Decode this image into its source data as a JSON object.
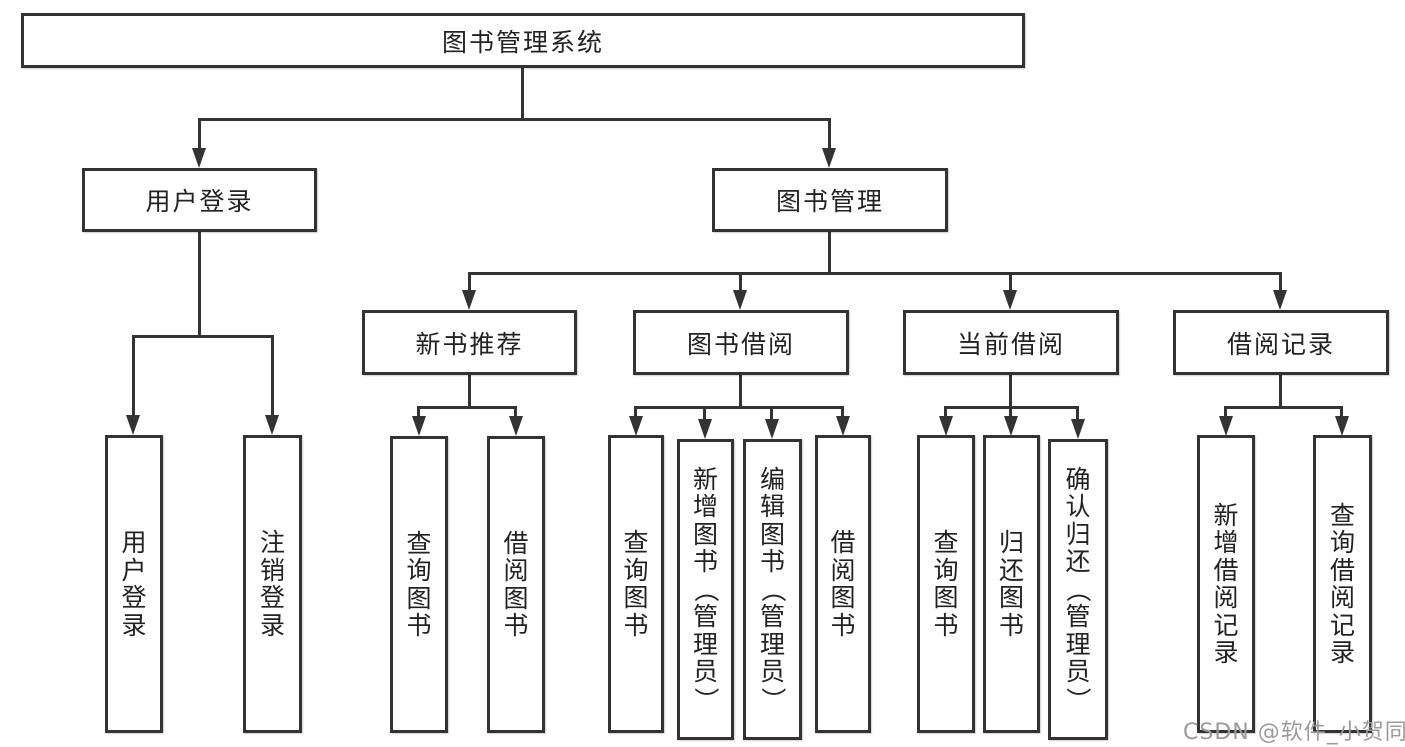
{
  "nodes": {
    "root": "图书管理系统",
    "login_group": "用户登录",
    "book_mgmt": "图书管理",
    "new_book_rec": "新书推荐",
    "book_borrow": "图书借阅",
    "current_borrow": "当前借阅",
    "borrow_records": "借阅记录",
    "user_login": "用户登录",
    "logout": "注销登录",
    "nb_query_book": "查询图书",
    "nb_borrow_book": "借阅图书",
    "bb_query_book": "查询图书",
    "bb_add_book": "新增图书（管理员）",
    "bb_edit_book": "编辑图书（管理员）",
    "bb_borrow_book": "借阅图书",
    "cb_query_book": "查询图书",
    "cb_return_book": "归还图书",
    "cb_confirm_return": "确认归还（管理员）",
    "br_add_record": "新增借阅记录",
    "br_query_record": "查询借阅记录"
  },
  "watermark": "CSDN @软件_小贺同学",
  "colors": {
    "line": "#333333",
    "text": "#222222",
    "background": "#ffffff",
    "watermark": "#9b9b9b"
  }
}
